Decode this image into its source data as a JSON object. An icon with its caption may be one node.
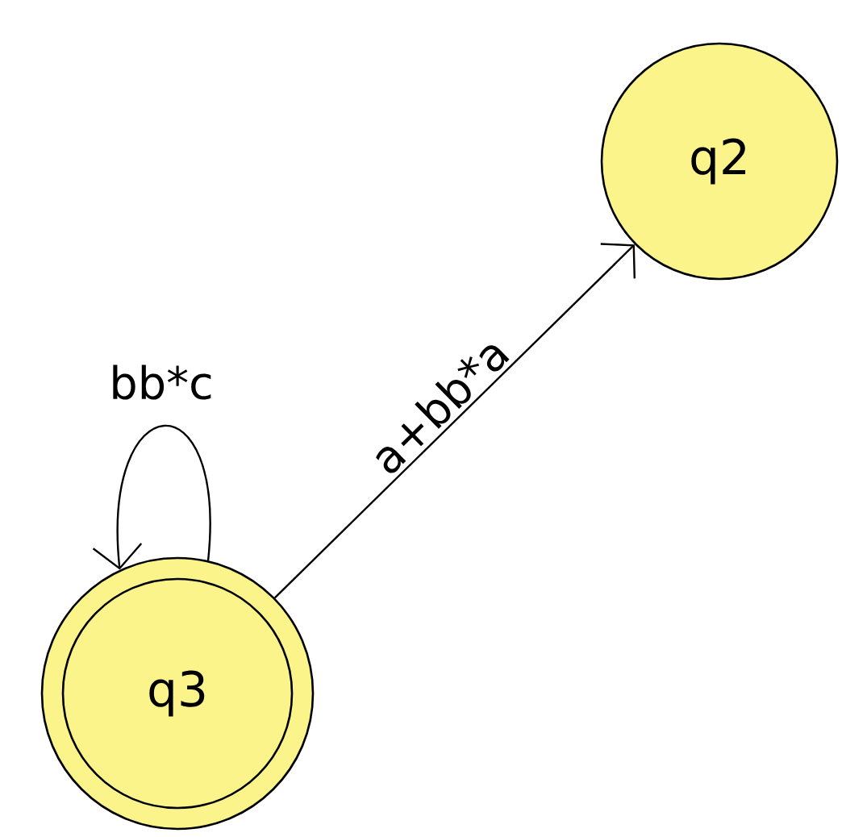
{
  "diagram": {
    "nodes": [
      {
        "text": [
          "q2"
        ]
      },
      {
        "text": [
          "q3"
        ]
      }
    ],
    "edges": [
      {
        "from": 1,
        "to": 0,
        "arrow": "to",
        "label": "a+bb*a"
      },
      {
        "from": 1,
        "to": 1,
        "arrow": "to",
        "label": "bb*c"
      }
    ]
  }
}
